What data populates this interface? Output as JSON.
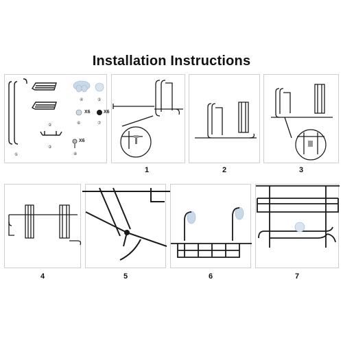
{
  "title": "Installation Instructions",
  "parts": {
    "labels": [
      "①",
      "②",
      "③",
      "④",
      "⑤",
      "⑥",
      "⑦",
      "⑧"
    ],
    "qty_nut": "X6",
    "qty_cap": "X6",
    "qty_screw": "X6"
  },
  "steps": [
    {
      "number": "1"
    },
    {
      "number": "2"
    },
    {
      "number": "3"
    },
    {
      "number": "4"
    },
    {
      "number": "5"
    },
    {
      "number": "6"
    },
    {
      "number": "7"
    }
  ],
  "colors": {
    "metal": "#1a1a1a",
    "suction": "#c9d9ea",
    "border": "#cfcfcf"
  }
}
